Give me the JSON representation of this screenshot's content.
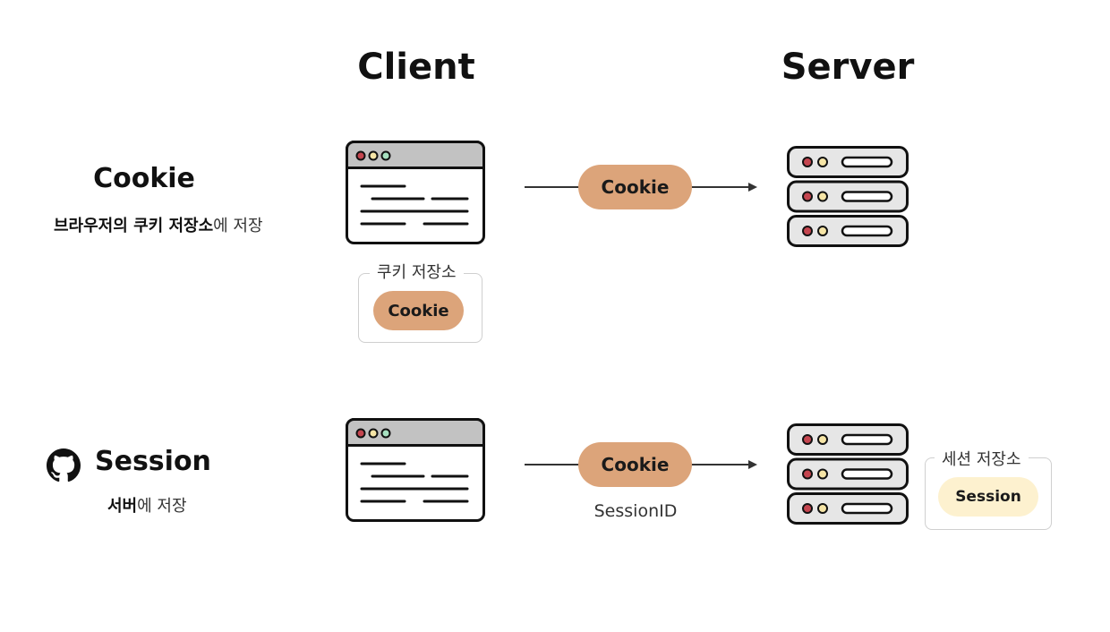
{
  "columns": {
    "client": "Client",
    "server": "Server"
  },
  "cookie_row": {
    "title": "Cookie",
    "subtitle_strong": "브라우저의 쿠키 저장소",
    "subtitle_rest": "에 저장",
    "pill": "Cookie",
    "store_label": "쿠키 저장소",
    "store_pill": "Cookie"
  },
  "session_row": {
    "title": "Session",
    "subtitle_strong": "서버",
    "subtitle_rest": "에 저장",
    "pill": "Cookie",
    "caption": "SessionID",
    "store_label": "세션 저장소",
    "store_pill": "Session"
  },
  "colors": {
    "cookie": "#dca47a",
    "session": "#fdf1cf",
    "window_bar": "#c2c2c2",
    "server_body": "#e6e6e6",
    "dot_red": "#c4454f",
    "dot_yellow": "#f6e5a6",
    "dot_green": "#a7e0c0"
  },
  "icons": {
    "logo": "github-icon"
  }
}
